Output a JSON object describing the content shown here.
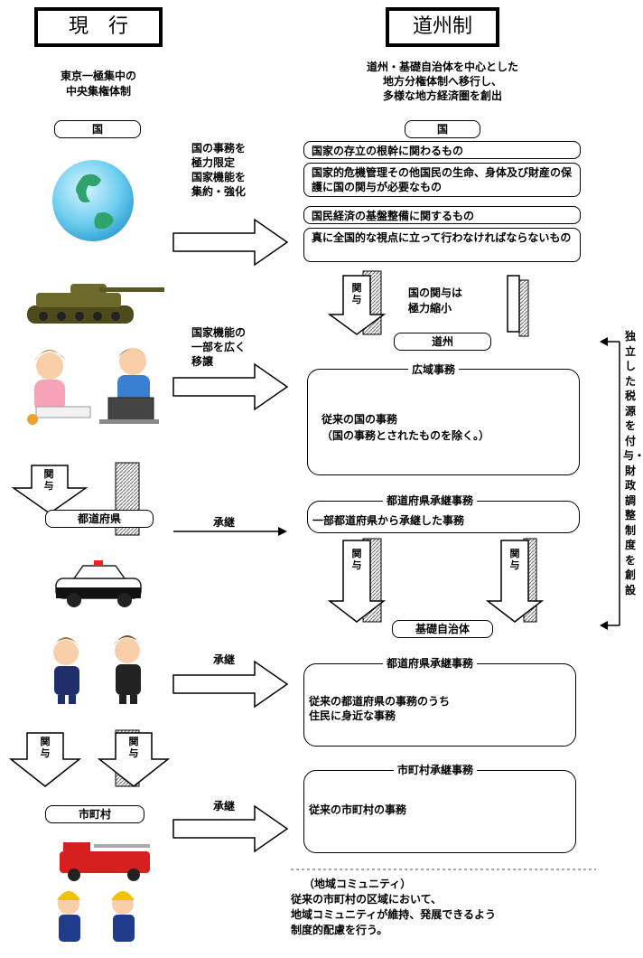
{
  "current": {
    "header": "現　行",
    "subtitle": [
      "東京一極集中の",
      "中央集権体制"
    ],
    "kuni_tag": "国",
    "todofuken_tag": "都道府県",
    "shichoson_tag": "市町村"
  },
  "doshusei": {
    "header": "道州制",
    "subtitle": [
      "道州・基礎自治体を中心とした",
      "地方分権体制へ移行し、",
      "多様な地方経済圏を創出"
    ],
    "kuni_tag": "国",
    "kuni_items": [
      "国家の存立の根幹に関わるもの",
      "国家的危機管理その他国民の生命、身体及び財産の保護に国の関与が必要なもの",
      "国民経済の基盤整備に関するもの",
      "真に全国的な視点に立って行わなければならないもの"
    ],
    "doshu_tag": "道州",
    "koiki_title": "広域事務",
    "koiki_text": [
      "従来の国の事務",
      "（国の事務とされたものを除く。）"
    ],
    "doshu_todofuken_title": "都道府県承継事務",
    "doshu_todofuken_text": "一部都道府県から承継した事務",
    "kiso_tag": "基礎自治体",
    "kiso_todofuken_title": "都道府県承継事務",
    "kiso_todofuken_text": [
      "従来の都道府県の事務のうち",
      "住民に身近な事務"
    ],
    "kiso_shichoson_title": "市町村承継事務",
    "kiso_shichoson_text": "従来の市町村の事務",
    "community_text": [
      "（地域コミュニティ）",
      "従来の市町村の区域において、",
      "地域コミュニティが維持、発展できるよう",
      "制度的配慮を行う。"
    ]
  },
  "arrows": {
    "kuni_limit": [
      "国の事務を",
      "極力限定",
      "国家機能を",
      "集約・強化"
    ],
    "kuni_transfer": [
      "国家機能の",
      "一部を広く",
      "移譲"
    ],
    "kanyo": "関与",
    "kanyo_reduce": [
      "国の関与は",
      "極力縮小"
    ],
    "shokei": "承継",
    "side_text": "独立した税源を付与・財政調整制度を創設"
  }
}
